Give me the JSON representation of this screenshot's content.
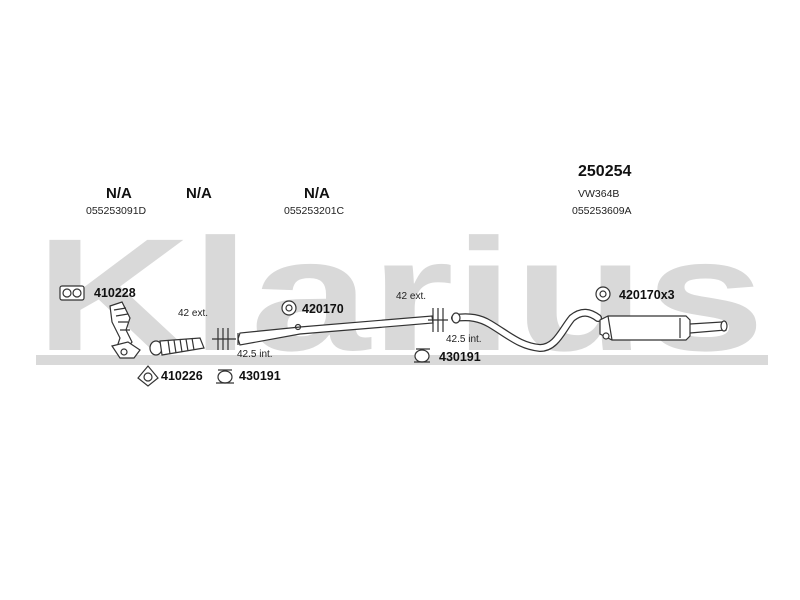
{
  "watermark": {
    "text": "Klarius",
    "color": "#d9d9d9"
  },
  "colors": {
    "line": "#333333",
    "part_fill": "#ffffff"
  },
  "sections": [
    {
      "name": "N/A",
      "oe": "055253091D"
    },
    {
      "name": "N/A",
      "oe": ""
    },
    {
      "name": "N/A",
      "oe": "055253201C"
    },
    {
      "name": "250254",
      "model": "VW364B",
      "oe": "055253609A"
    }
  ],
  "fittings": [
    {
      "code": "410228",
      "icon": "gasket-icon"
    },
    {
      "code": "410226",
      "icon": "gasket-icon"
    },
    {
      "code": "430191",
      "icon": "clamp-icon"
    },
    {
      "code": "420170",
      "icon": "rubber-mount-icon"
    },
    {
      "code": "430191",
      "icon": "clamp-icon"
    },
    {
      "code": "420170x3",
      "icon": "rubber-mount-icon"
    }
  ],
  "dimensions": {
    "ext_1": "42 ext.",
    "int_1": "42.5 int.",
    "ext_2": "42 ext.",
    "int_2": "42.5 int."
  }
}
